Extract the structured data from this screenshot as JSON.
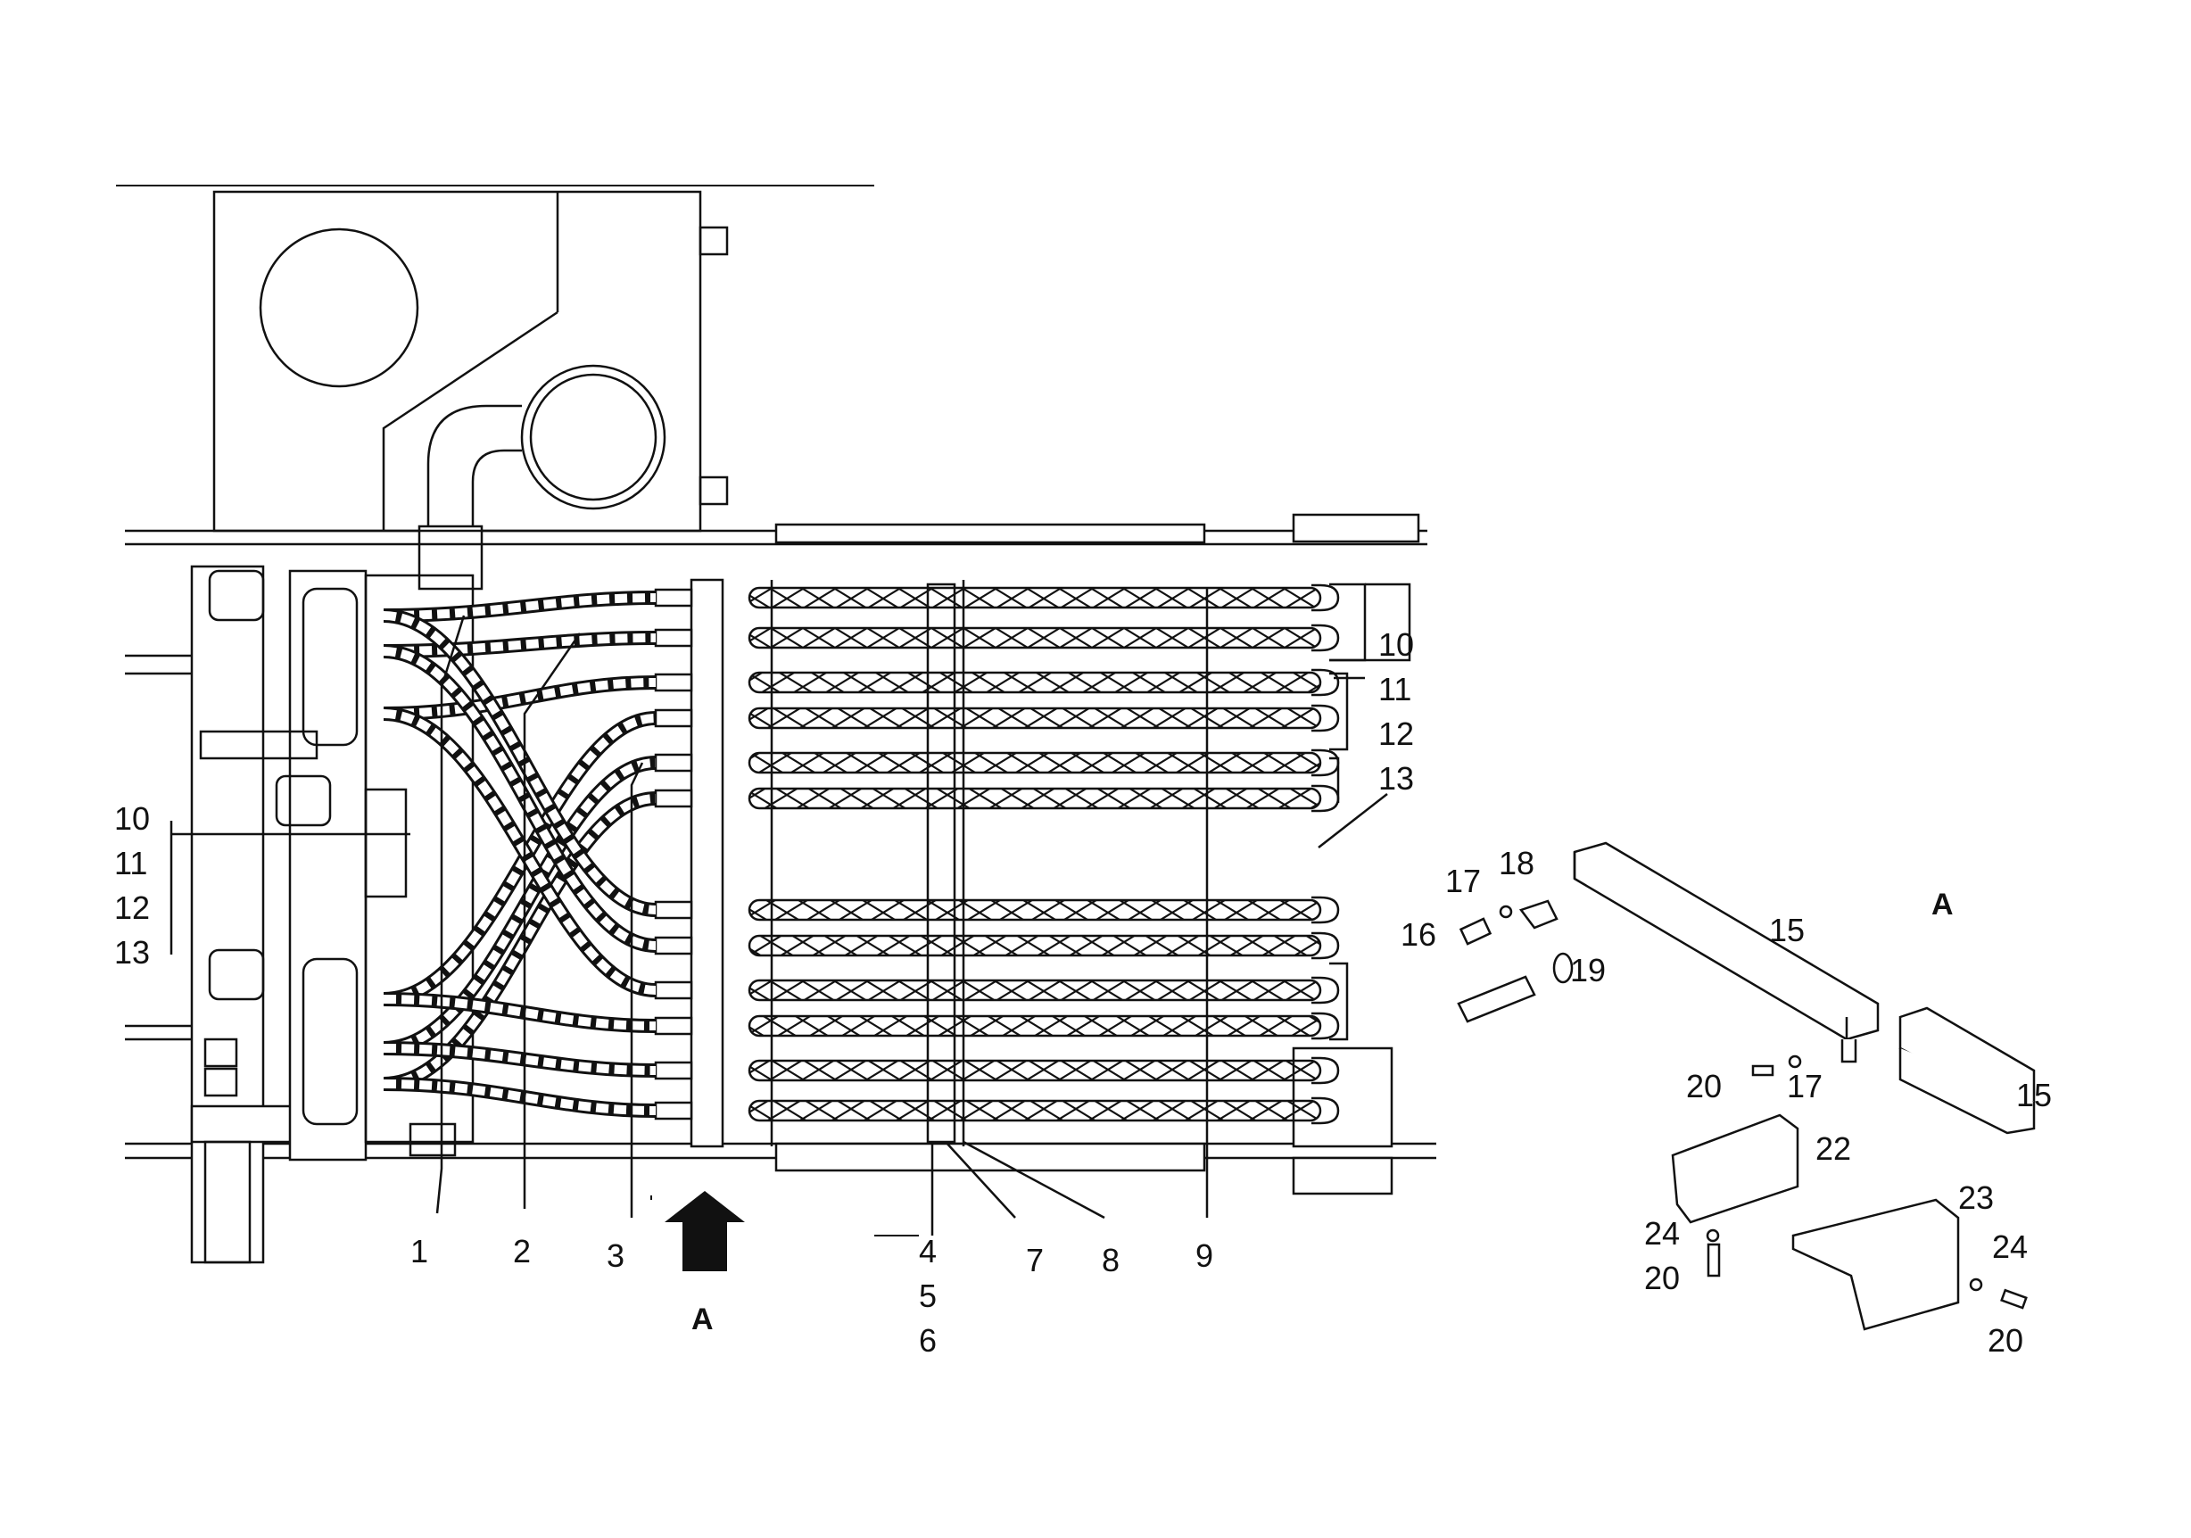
{
  "callouts": {
    "c1": "1",
    "c2": "2",
    "c3": "3",
    "c4": "4",
    "c5": "5",
    "c6": "6",
    "c7": "7",
    "c8": "8",
    "c9": "9",
    "r10": "10",
    "r11": "11",
    "r12": "12",
    "r13": "13",
    "l10": "10",
    "l11": "11",
    "l12": "12",
    "l13": "13",
    "d15a": "15",
    "d15b": "15",
    "d16": "16",
    "d17a": "17",
    "d17b": "17",
    "d18": "18",
    "d19": "19",
    "d20a": "20",
    "d20b": "20",
    "d20c": "20",
    "d22": "22",
    "d23": "23",
    "d24a": "24",
    "d24b": "24"
  },
  "view_labels": {
    "arrow_view": "A",
    "detail_view": "A"
  }
}
